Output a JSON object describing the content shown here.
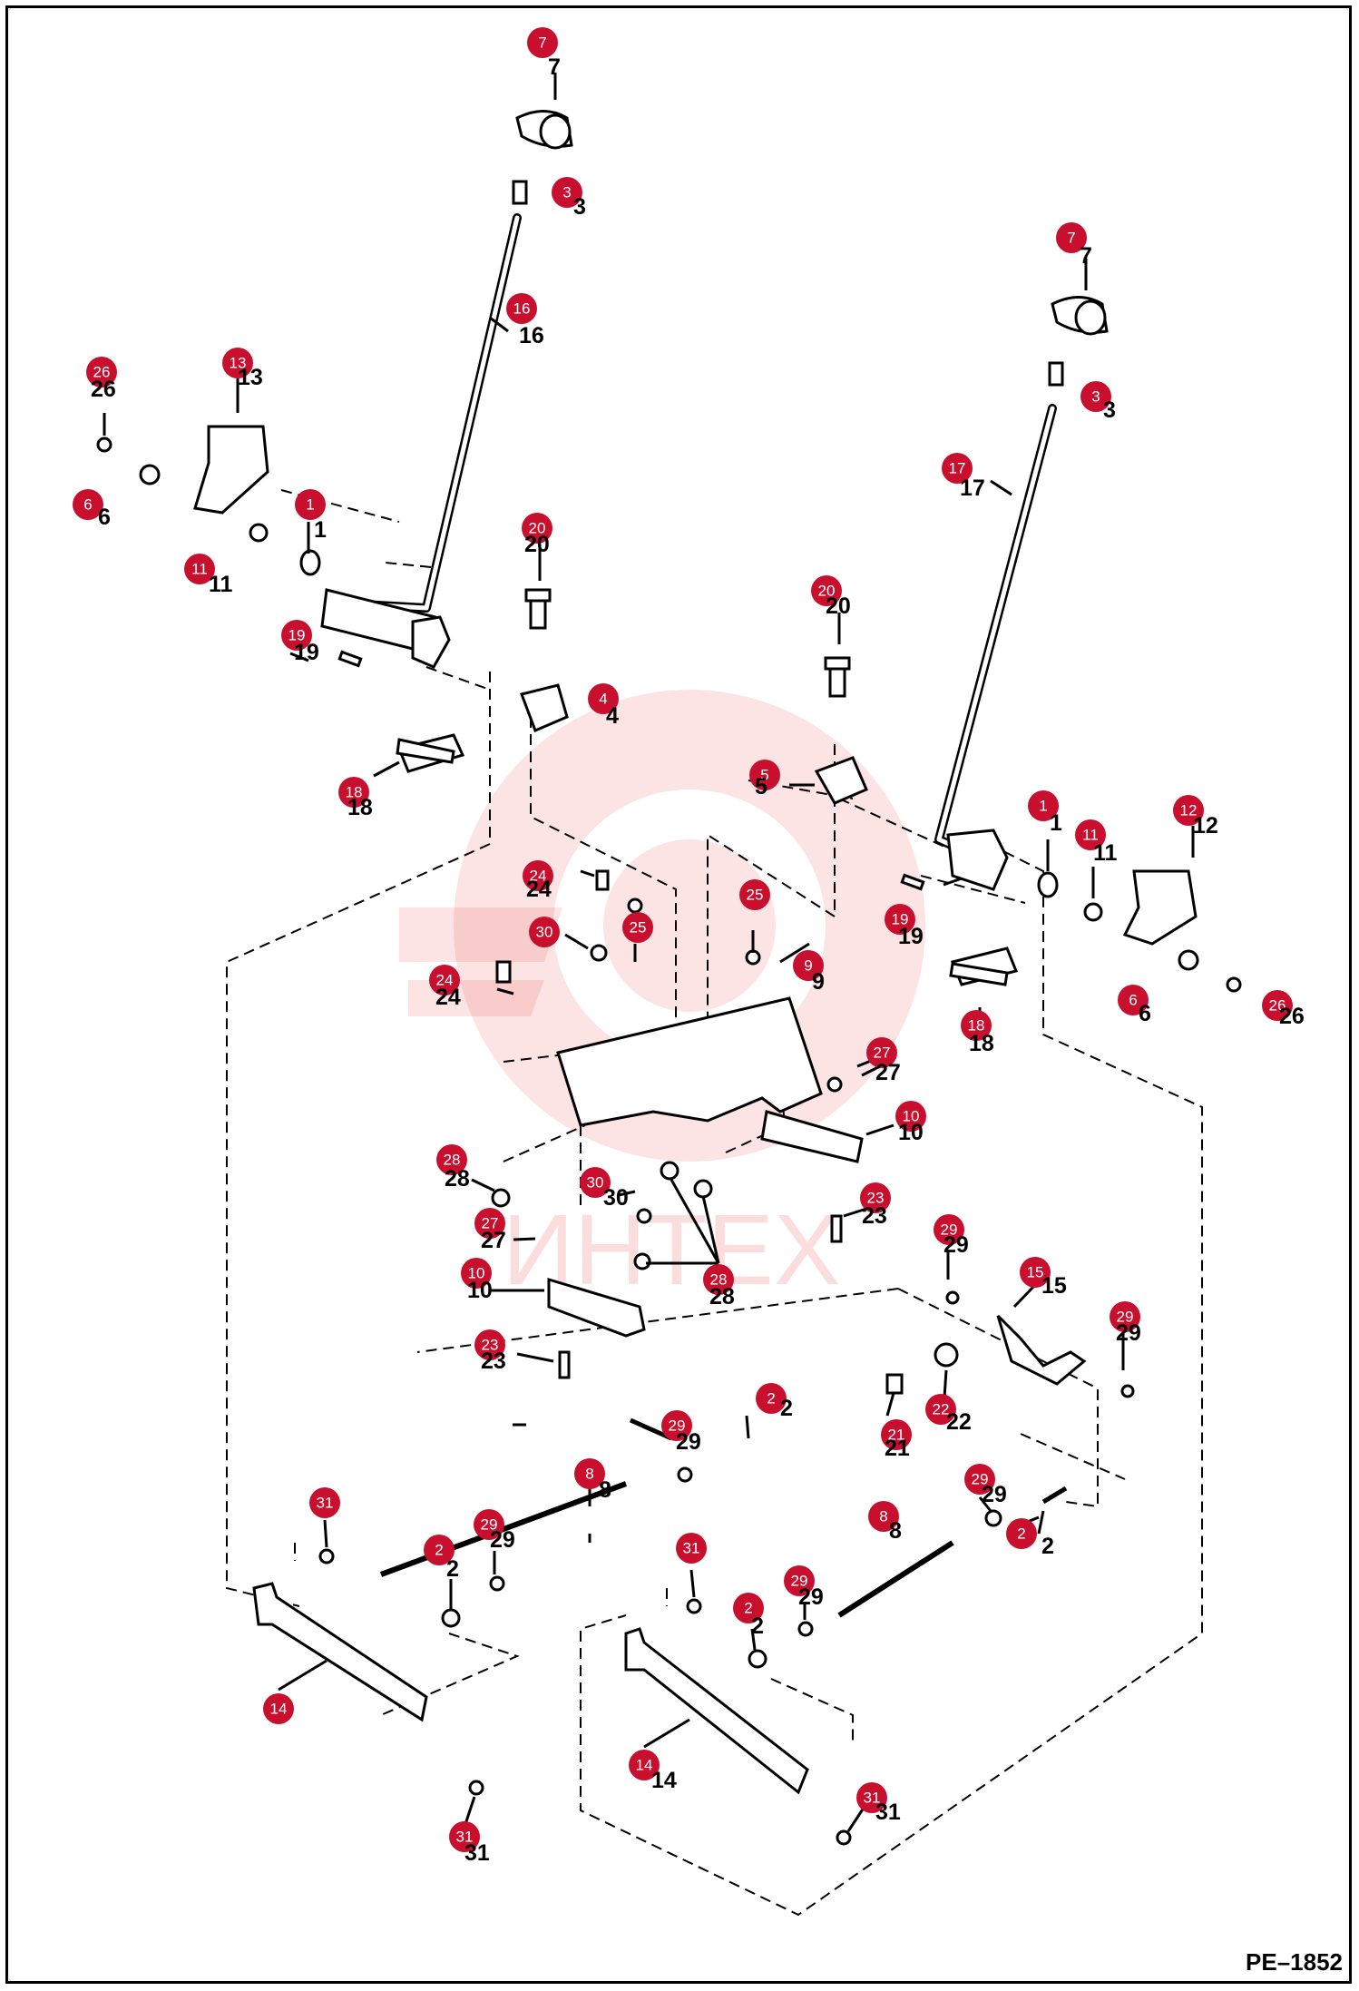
{
  "document": {
    "code": "PE–1852"
  },
  "watermark": {
    "text": "ИНТЕХ",
    "color": "#e83030"
  },
  "badge_color": "#c8102e",
  "callouts": [
    {
      "id": "c7a",
      "label": "7"
    },
    {
      "id": "c3a",
      "label": "3"
    },
    {
      "id": "c16",
      "label": "16"
    },
    {
      "id": "c26a",
      "label": "26"
    },
    {
      "id": "c13",
      "label": "13"
    },
    {
      "id": "c6a",
      "label": "6"
    },
    {
      "id": "c1a",
      "label": "1"
    },
    {
      "id": "c11a",
      "label": "11"
    },
    {
      "id": "c19a",
      "label": "19"
    },
    {
      "id": "c20a",
      "label": "20"
    },
    {
      "id": "c4",
      "label": "4"
    },
    {
      "id": "c18a",
      "label": "18"
    },
    {
      "id": "c7b",
      "label": "7"
    },
    {
      "id": "c3b",
      "label": "3"
    },
    {
      "id": "c17",
      "label": "17"
    },
    {
      "id": "c20b",
      "label": "20"
    },
    {
      "id": "c5",
      "label": "5"
    },
    {
      "id": "c1b",
      "label": "1"
    },
    {
      "id": "c11b",
      "label": "11"
    },
    {
      "id": "c12",
      "label": "12"
    },
    {
      "id": "c19b",
      "label": "19"
    },
    {
      "id": "c6b",
      "label": "6"
    },
    {
      "id": "c26b",
      "label": "26"
    },
    {
      "id": "c18b",
      "label": "18"
    },
    {
      "id": "c24a",
      "label": "24"
    },
    {
      "id": "c30a",
      "label": "30"
    },
    {
      "id": "c25a",
      "label": "25"
    },
    {
      "id": "c25b",
      "label": "25"
    },
    {
      "id": "c24b",
      "label": "24"
    },
    {
      "id": "c9",
      "label": "9"
    },
    {
      "id": "c27a",
      "label": "27"
    },
    {
      "id": "c10a",
      "label": "10"
    },
    {
      "id": "c28a",
      "label": "28"
    },
    {
      "id": "c30b",
      "label": "30"
    },
    {
      "id": "c23a",
      "label": "23"
    },
    {
      "id": "c27b",
      "label": "27"
    },
    {
      "id": "c28b",
      "label": "28"
    },
    {
      "id": "c10b",
      "label": "10"
    },
    {
      "id": "c23b",
      "label": "23"
    },
    {
      "id": "c29a",
      "label": "29"
    },
    {
      "id": "c15",
      "label": "15"
    },
    {
      "id": "c29b",
      "label": "29"
    },
    {
      "id": "c22",
      "label": "22"
    },
    {
      "id": "c21",
      "label": "21"
    },
    {
      "id": "c2a",
      "label": "2"
    },
    {
      "id": "c29c",
      "label": "29"
    },
    {
      "id": "c8a",
      "label": "8"
    },
    {
      "id": "c29d",
      "label": "29"
    },
    {
      "id": "c2b",
      "label": "2"
    },
    {
      "id": "c31a",
      "label": "31"
    },
    {
      "id": "c2c",
      "label": "2"
    },
    {
      "id": "c29e",
      "label": "29"
    },
    {
      "id": "c8b",
      "label": "8"
    },
    {
      "id": "c31b",
      "label": "31"
    },
    {
      "id": "c29f",
      "label": "29"
    },
    {
      "id": "c2d",
      "label": "2"
    },
    {
      "id": "c14a",
      "label": "14"
    },
    {
      "id": "c14b",
      "label": "14"
    },
    {
      "id": "c31c",
      "label": "31"
    },
    {
      "id": "c31d",
      "label": "31"
    }
  ]
}
